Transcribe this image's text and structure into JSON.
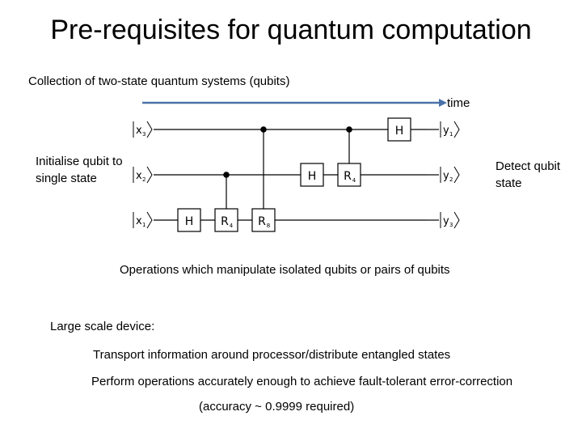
{
  "slide": {
    "title": "Pre-requisites for quantum computation",
    "subtitle": "Collection of two-state quantum systems (qubits)",
    "time_label": "time",
    "init_label": "Initialise qubit to single state",
    "detect_label": "Detect qubit state",
    "ops_label": "Operations which manipulate isolated qubits or pairs of qubits",
    "large_label": "Large scale device:",
    "transport_label": "Transport information around processor/distribute entangled states",
    "perform_label": "Perform operations accurately enough to achieve fault-tolerant error-correction",
    "accuracy_label": "(accuracy ~ 0.9999 required)"
  },
  "circuit": {
    "inputs": [
      {
        "name": "x",
        "sub": "3"
      },
      {
        "name": "x",
        "sub": "2"
      },
      {
        "name": "x",
        "sub": "1"
      }
    ],
    "outputs": [
      {
        "name": "y",
        "sub": "1"
      },
      {
        "name": "y",
        "sub": "2"
      },
      {
        "name": "y",
        "sub": "3"
      }
    ],
    "gates": [
      {
        "label": "H",
        "sub": ""
      },
      {
        "label": "R",
        "sub": "4"
      },
      {
        "label": "R",
        "sub": "8"
      },
      {
        "label": "H",
        "sub": ""
      },
      {
        "label": "R",
        "sub": "4"
      },
      {
        "label": "H",
        "sub": ""
      }
    ],
    "colors": {
      "arrow": "#4a72a8",
      "wire": "#000000"
    }
  }
}
